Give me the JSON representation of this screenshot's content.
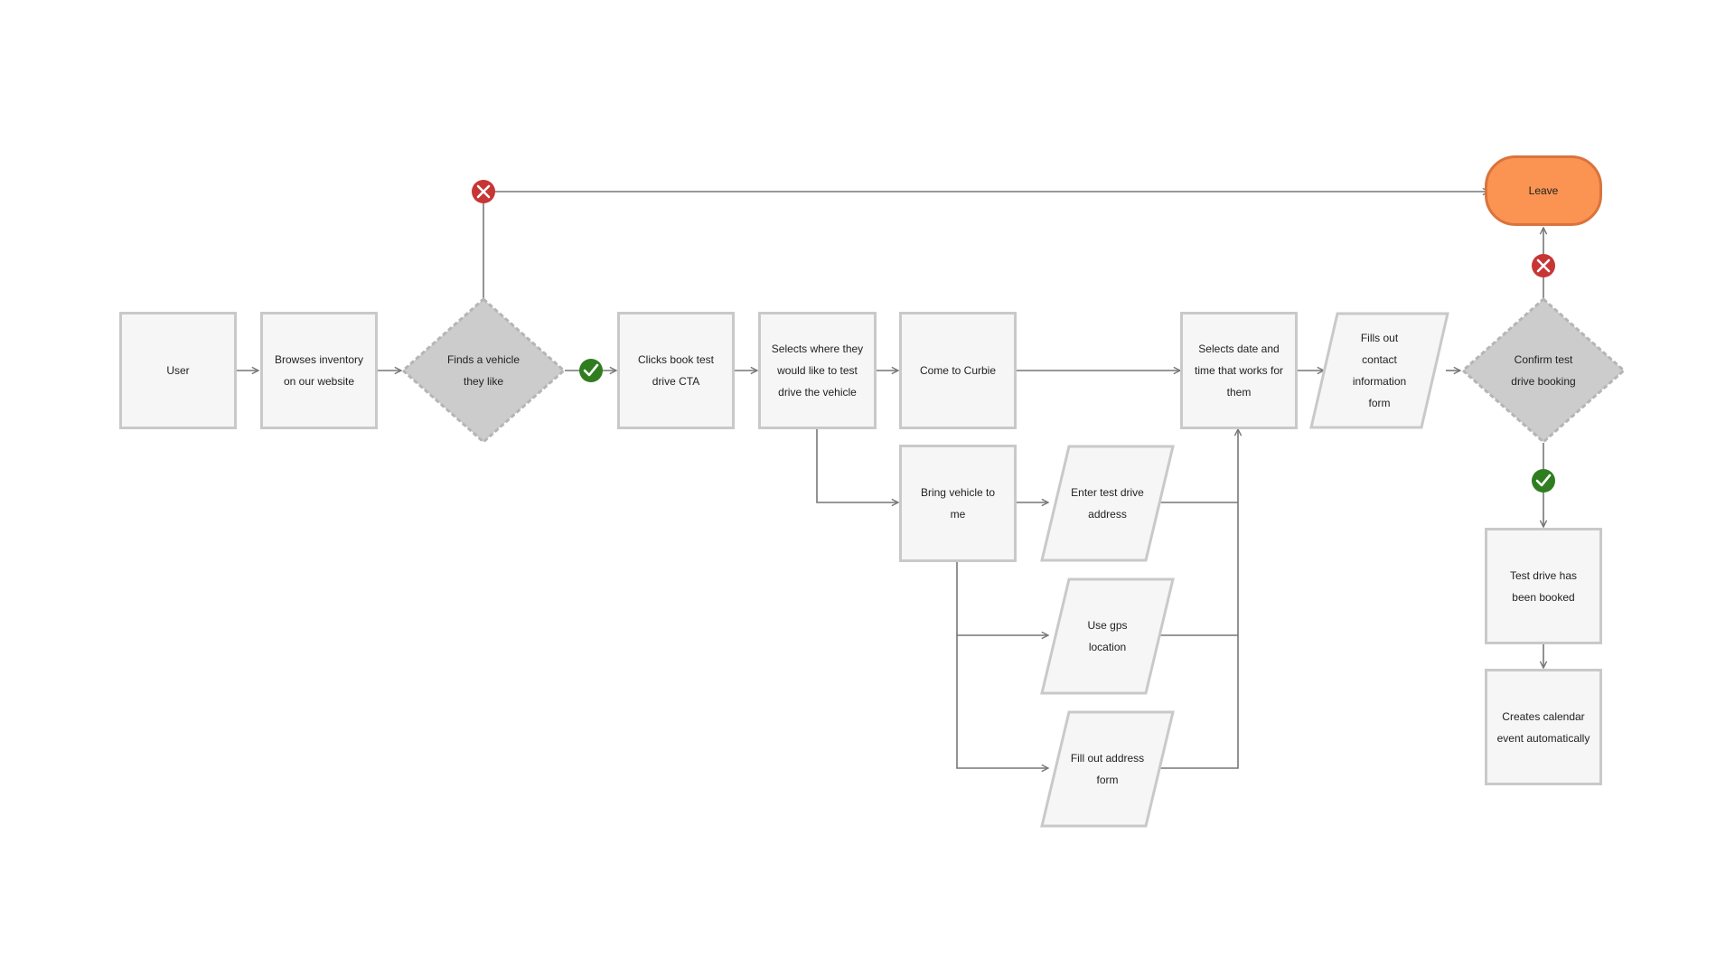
{
  "colors": {
    "box_fill": "#f6f6f6",
    "box_border": "#c9c9c9",
    "decision_fill": "#cccccc",
    "connector": "#777777",
    "terminal_fill": "#fb9352",
    "reject_badge": "#c83535",
    "accept_badge": "#2f7d1f"
  },
  "nodes": {
    "user": "User",
    "browses": "Browses inventory on our website",
    "finds_vehicle": "Finds a vehicle they like",
    "clicks_cta": "Clicks book test drive CTA",
    "selects_where": "Selects where they would like to test drive the vehicle",
    "come_to_curbie": "Come to Curbie",
    "bring_vehicle": "Bring vehicle to me",
    "enter_address": "Enter test drive address",
    "use_gps": "Use gps location",
    "fill_address_form": "Fill out address form",
    "selects_date": "Selects date and time that works for them",
    "fills_contact": "Fills out contact information form",
    "confirm_booking": "Confirm test drive booking",
    "leave": "Leave",
    "booked": "Test drive has been booked",
    "calendar_event": "Creates calendar event automatically"
  },
  "badges": {
    "reject_icon": "close-icon",
    "accept_icon": "check-icon"
  }
}
